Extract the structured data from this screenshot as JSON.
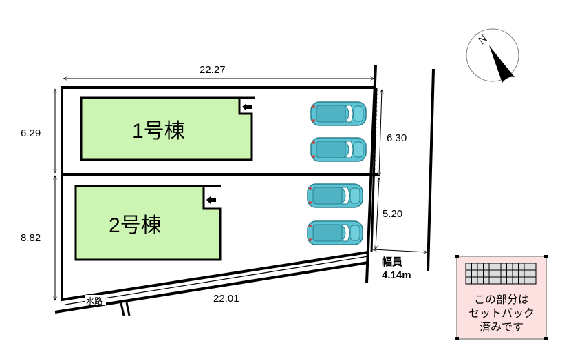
{
  "buildings": [
    {
      "label": "1号棟"
    },
    {
      "label": "2号棟"
    }
  ],
  "dimensions": {
    "top": "22.27",
    "left_upper": "6.29",
    "left_lower": "8.82",
    "right_upper": "6.30",
    "right_lower": "5.20",
    "bottom": "22.01"
  },
  "road": {
    "label": "幅員",
    "width": "4.14m"
  },
  "waterway": "水路",
  "compass": "N",
  "legend": {
    "line1": "この部分は",
    "line2": "セットバック",
    "line3": "済みです"
  },
  "colors": {
    "building": "#ccf5b4",
    "car": "#5bc3d3",
    "legend_bg": "#fde0e0"
  }
}
